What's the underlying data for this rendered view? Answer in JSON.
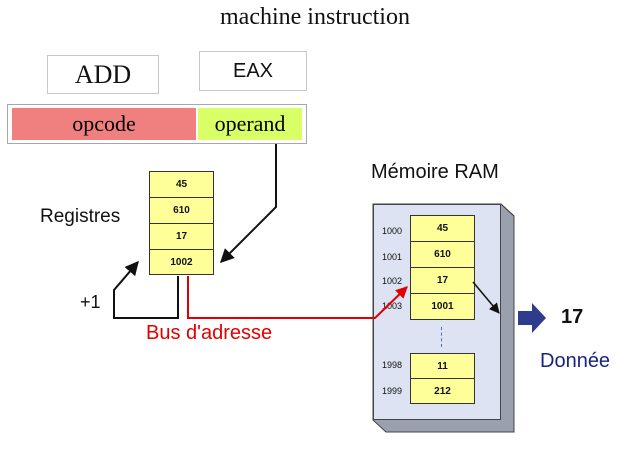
{
  "title": "machine instruction",
  "mnemonic": "ADD",
  "operand_value": "EAX",
  "instruction": {
    "opcode": "opcode",
    "operand": "operand"
  },
  "colors": {
    "opcode": "#f08080",
    "operand": "#d9ff66",
    "cell": "#ffff99",
    "bus": "#e00000",
    "donnee": "#1a237e",
    "ram": "#dde3f2"
  },
  "registers": {
    "label": "Registres",
    "values": [
      "45",
      "610",
      "17",
      "1002"
    ]
  },
  "increment": "+1",
  "bus_label": "Bus d'adresse",
  "ram": {
    "title": "Mémoire RAM",
    "top_cells": [
      {
        "address": "1000",
        "value": "45"
      },
      {
        "address": "1001",
        "value": "610"
      },
      {
        "address": "1002",
        "value": "17"
      },
      {
        "address": "1003",
        "value": "1001"
      }
    ],
    "bottom_cells": [
      {
        "address": "1998",
        "value": "11"
      },
      {
        "address": "1999",
        "value": "212"
      }
    ]
  },
  "output": {
    "value": "17",
    "label": "Donnée",
    "icon": "arrow-right-icon"
  }
}
